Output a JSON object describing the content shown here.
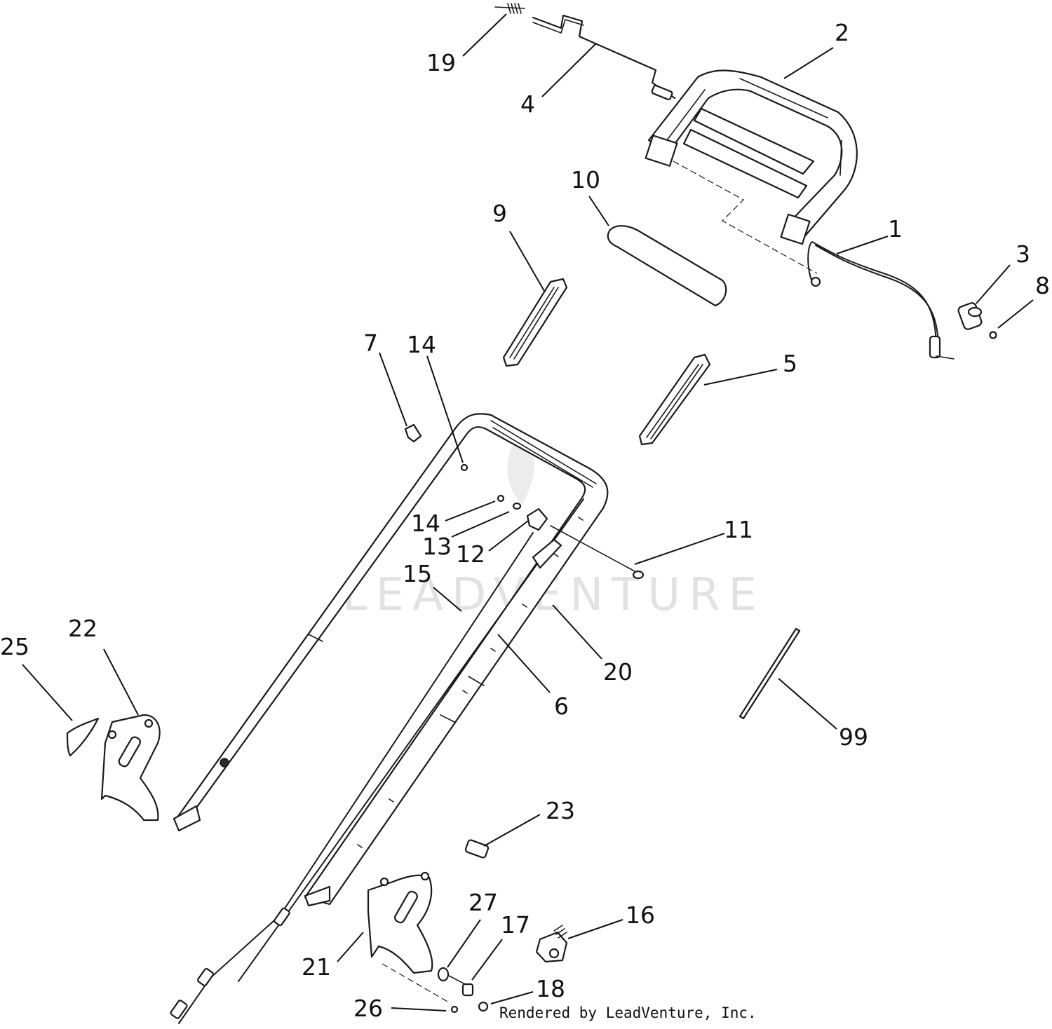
{
  "watermark": "LEADVENTURE",
  "credit": "Rendered by LeadVenture, Inc.",
  "callouts": [
    {
      "id": "c19",
      "text": "19"
    },
    {
      "id": "c4",
      "text": "4"
    },
    {
      "id": "c2",
      "text": "2"
    },
    {
      "id": "c10",
      "text": "10"
    },
    {
      "id": "c9",
      "text": "9"
    },
    {
      "id": "c1",
      "text": "1"
    },
    {
      "id": "c3",
      "text": "3"
    },
    {
      "id": "c8",
      "text": "8"
    },
    {
      "id": "c7",
      "text": "7"
    },
    {
      "id": "c14a",
      "text": "14"
    },
    {
      "id": "c5",
      "text": "5"
    },
    {
      "id": "c14b",
      "text": "14"
    },
    {
      "id": "c13",
      "text": "13"
    },
    {
      "id": "c12",
      "text": "12"
    },
    {
      "id": "c11",
      "text": "11"
    },
    {
      "id": "c15",
      "text": "15"
    },
    {
      "id": "c20",
      "text": "20"
    },
    {
      "id": "c6",
      "text": "6"
    },
    {
      "id": "c22",
      "text": "22"
    },
    {
      "id": "c25",
      "text": "25"
    },
    {
      "id": "c99",
      "text": "99"
    },
    {
      "id": "c23",
      "text": "23"
    },
    {
      "id": "c27",
      "text": "27"
    },
    {
      "id": "c17",
      "text": "17"
    },
    {
      "id": "c16",
      "text": "16"
    },
    {
      "id": "c21",
      "text": "21"
    },
    {
      "id": "c18",
      "text": "18"
    },
    {
      "id": "c26",
      "text": "26"
    }
  ]
}
